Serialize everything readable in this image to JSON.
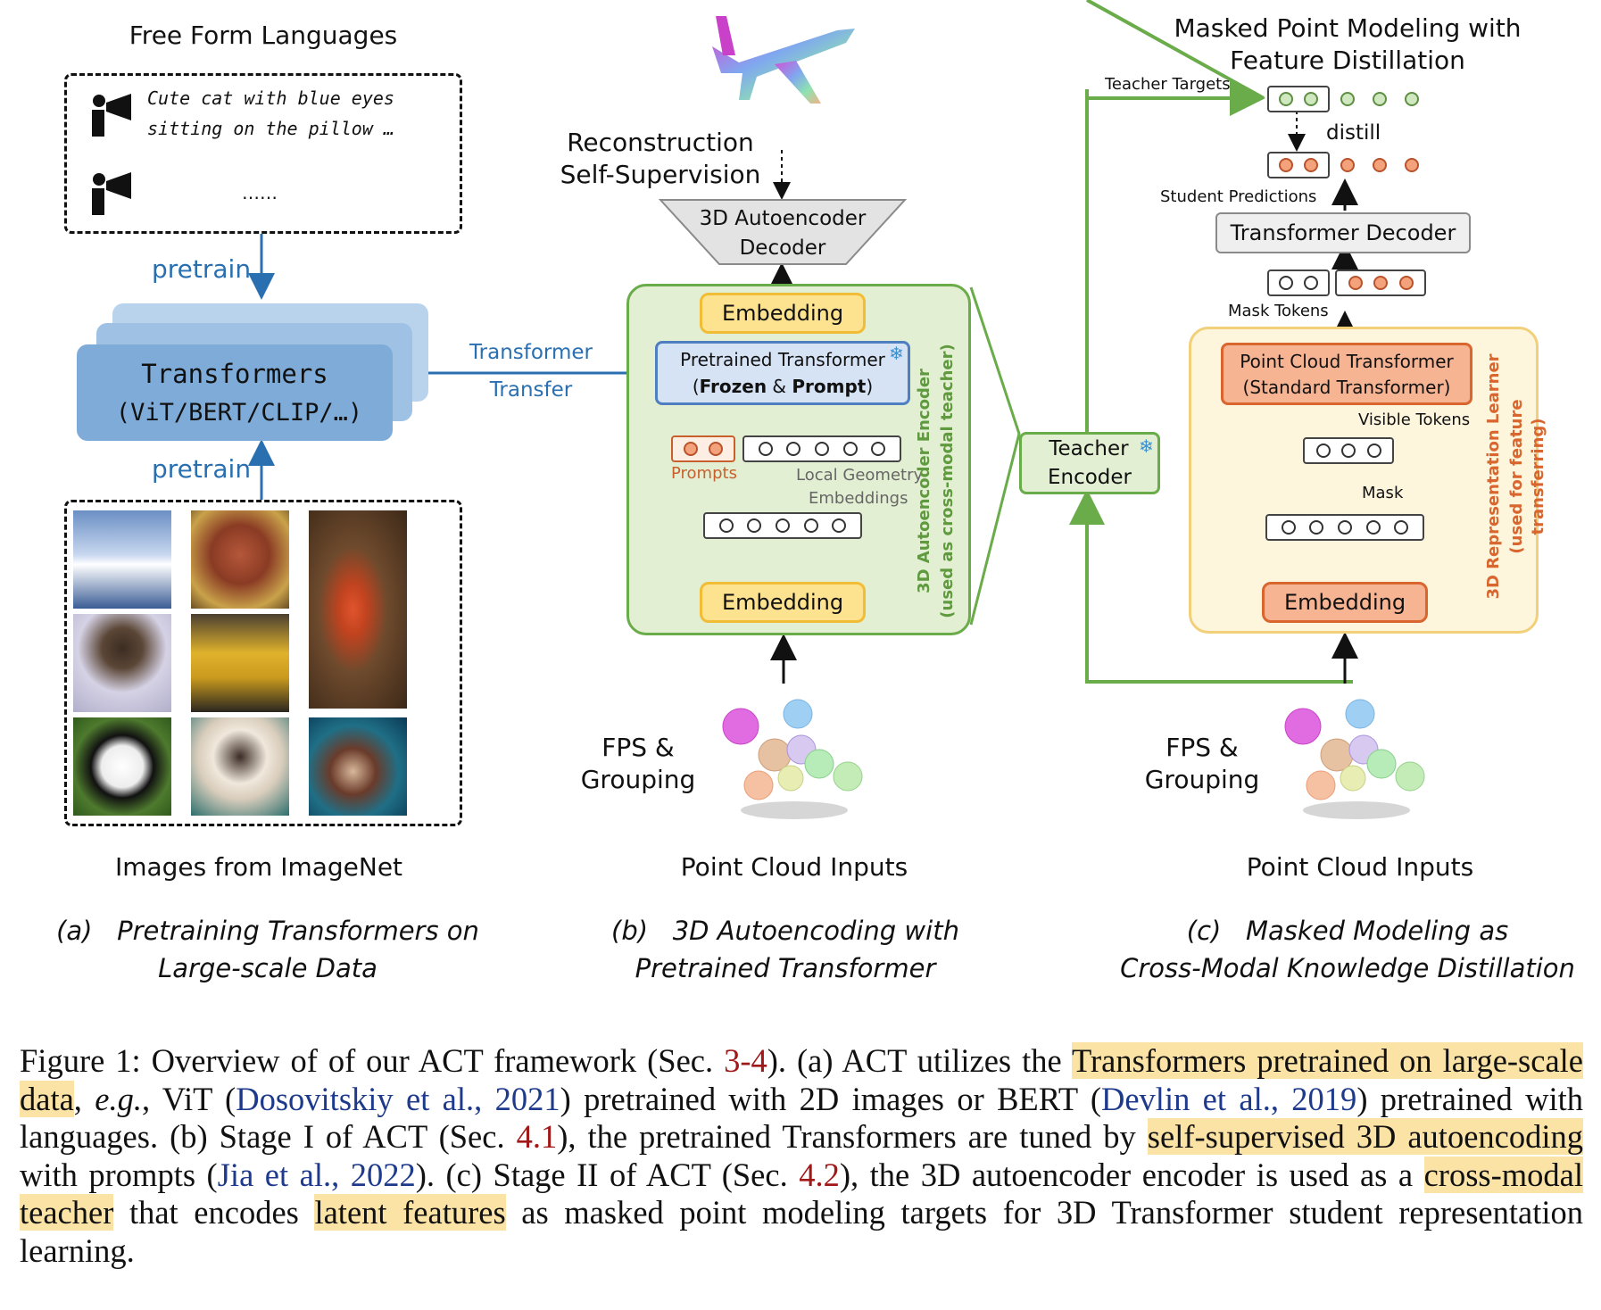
{
  "panel_a": {
    "lang_title": "Free Form Languages",
    "sentence_line1": "Cute cat with blue eyes",
    "sentence_line2": "sitting on the pillow …",
    "ellipsis": "……",
    "person_icon": "speaker-person-icon",
    "pretrain_top": "pretrain",
    "pretrain_bottom": "pretrain",
    "transformers_title": "Transformers",
    "transformers_sub": "(ViT/BERT/CLIP/…)",
    "transfer_line1": "Transformer",
    "transfer_line2": "Transfer",
    "images_caption": "Images from ImageNet",
    "subcaption_label": "(a)",
    "subcaption_line1": "Pretraining Transformers on",
    "subcaption_line2": "Large-scale Data"
  },
  "panel_b": {
    "recon_line1": "Reconstruction",
    "recon_line2": "Self-Supervision",
    "decoder_line1": "3D Autoencoder",
    "decoder_line2": "Decoder",
    "embedding_top": "Embedding",
    "pretrained_line1": "Pretrained Transformer",
    "pretrained_line2_a": "(",
    "pretrained_frozen": "Frozen",
    "pretrained_amp": " & ",
    "pretrained_prompt": "Prompt",
    "pretrained_line2_b": ")",
    "prompts_label": "Prompts",
    "local_geo_line1": "Local Geometry",
    "local_geo_line2": "Embeddings",
    "embedding_bottom": "Embedding",
    "side_label_line1": "3D Autoencoder Encoder",
    "side_label_line2": "(used as cross-modal teacher)",
    "fps_line1": "FPS &",
    "fps_line2": "Grouping",
    "inputs_label": "Point Cloud Inputs",
    "subcaption_label": "(b)",
    "subcaption_line1": "3D Autoencoding with",
    "subcaption_line2": "Pretrained Transformer"
  },
  "teacher": {
    "line1": "Teacher",
    "line2": "Encoder"
  },
  "panel_c": {
    "title_line1": "Masked Point Modeling with",
    "title_line2": "Feature Distillation",
    "teacher_targets": "Teacher Targets",
    "distill": "distill",
    "student_predictions": "Student Predictions",
    "transformer_decoder": "Transformer Decoder",
    "mask_tokens": "Mask Tokens",
    "pct_line1": "Point Cloud Transformer",
    "pct_line2": "(Standard Transformer)",
    "visible_tokens": "Visible Tokens",
    "mask": "Mask",
    "embedding": "Embedding",
    "side_label_line1": "3D Representation Learner",
    "side_label_line2": "(used for feature transferring)",
    "fps_line1": "FPS &",
    "fps_line2": "Grouping",
    "inputs_label": "Point Cloud Inputs",
    "subcaption_label": "(c)",
    "subcaption_line1": "Masked Modeling as",
    "subcaption_line2": "Cross-Modal Knowledge Distillation"
  },
  "caption": {
    "s1": "Figure 1: Overview of of our ACT framework (Sec. ",
    "r1": "3-4",
    "s2": "). (a) ACT utilizes the ",
    "h1": "Transformers pretrained on large-scale data",
    "s3": ", ",
    "eg": "e.g.",
    "s4": ", ViT (",
    "c1": "Dosovitskiy et al., 2021",
    "s5": ") pretrained with 2D images or BERT (",
    "c2": "Devlin et al., 2019",
    "s6": ") pretrained with languages. (b) Stage I of ACT (Sec. ",
    "r2": "4.1",
    "s7": "), the pretrained Transformers are tuned by ",
    "h2": "self-supervised 3D autoencoding",
    "s8": " with prompts (",
    "c3": "Jia et al., 2022",
    "s9": "). (c) Stage II of ACT (Sec. ",
    "r3": "4.2",
    "s10": "), the 3D autoencoder encoder is used as a ",
    "h3": "cross-modal teacher",
    "s11": " that encodes ",
    "h4": "latent features",
    "s12": " as masked point modeling targets for 3D Transformer student representation learning."
  },
  "colors": {
    "blue_arrow": "#2a6fb0",
    "green_box": "#6aab4a",
    "orange_box": "#e2773f",
    "yellow_embed": "#fde28f",
    "highlight": "#fbe3a6"
  }
}
